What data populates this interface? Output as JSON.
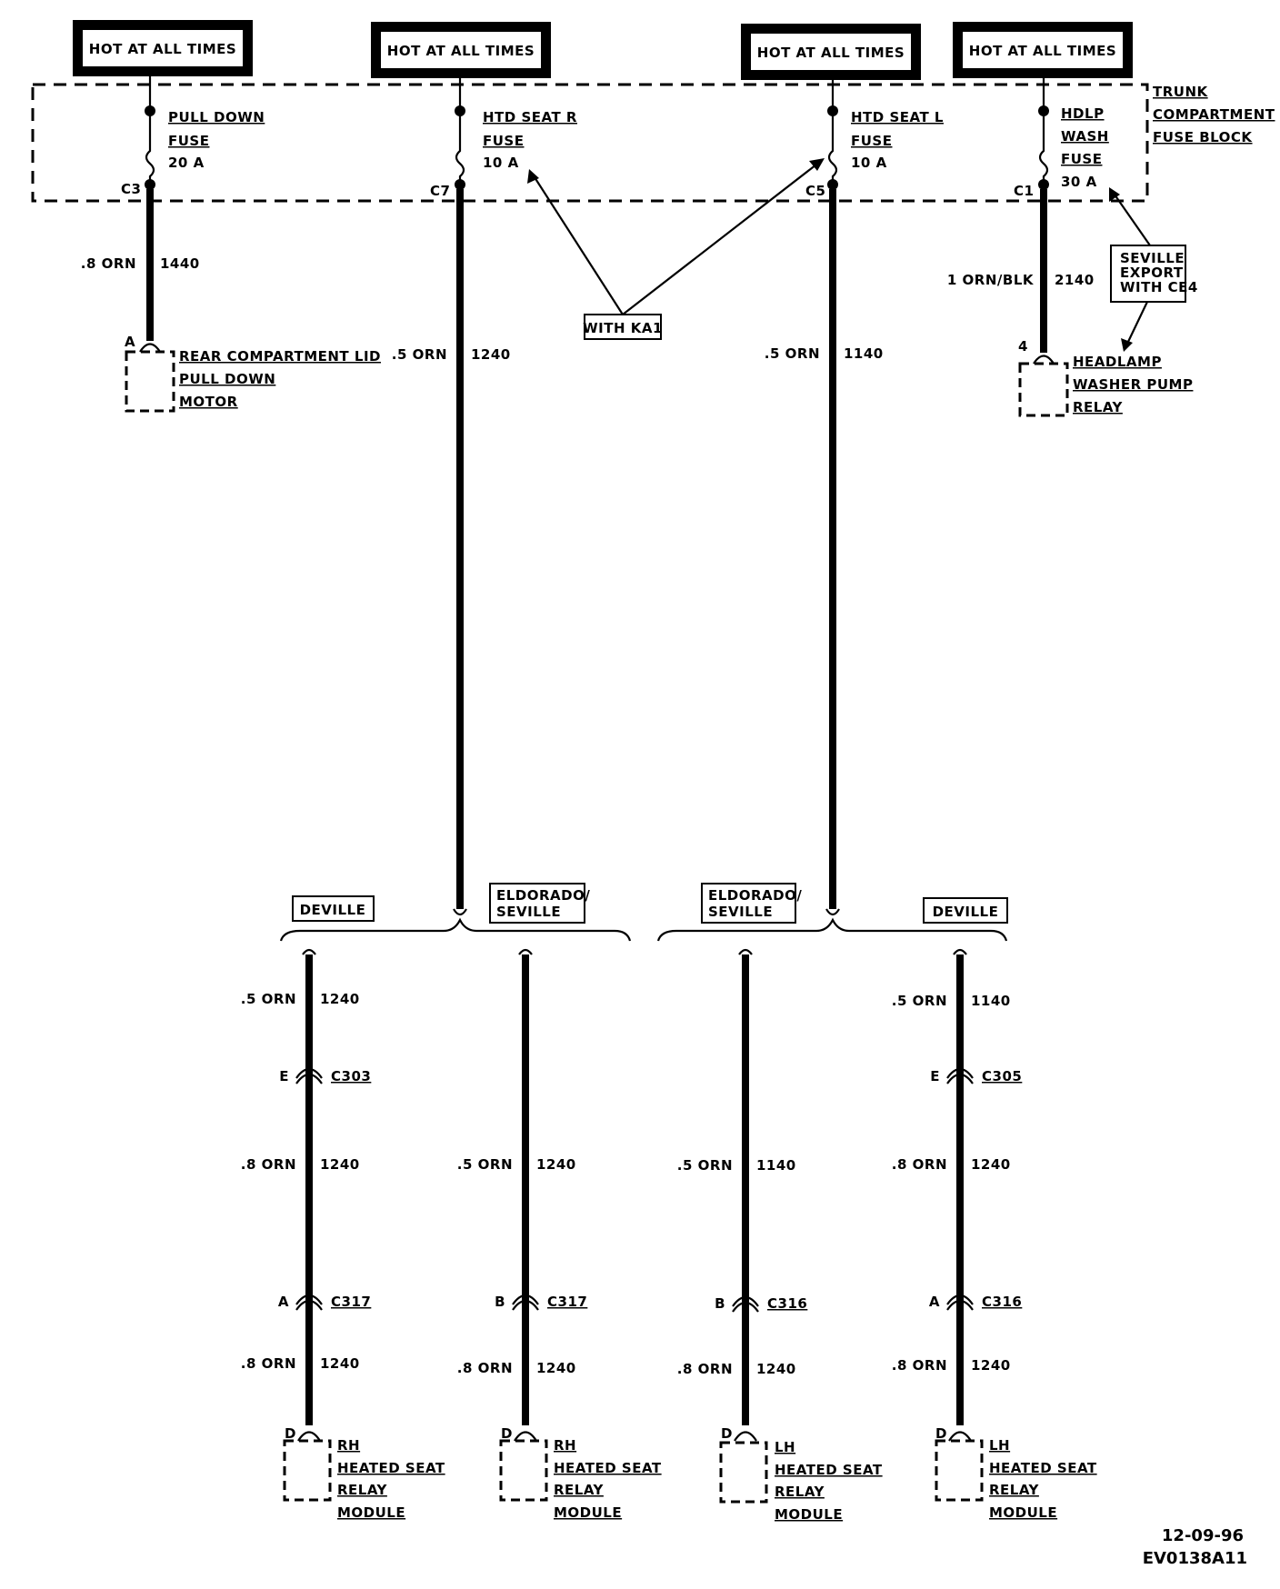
{
  "hot_label": "HOT AT ALL TIMES",
  "fuse_block": {
    "label_lines": [
      "TRUNK",
      "COMPARTMENT",
      "FUSE BLOCK"
    ]
  },
  "fuses": [
    {
      "name_lines": [
        "PULL DOWN",
        "FUSE",
        "20 A"
      ],
      "pin": "C3",
      "wire_gauge_color": ".8 ORN",
      "circuit": "1440"
    },
    {
      "name_lines": [
        "HTD SEAT R",
        "FUSE",
        "10 A"
      ],
      "pin": "C7",
      "wire_gauge_color": ".5 ORN",
      "circuit": "1240"
    },
    {
      "name_lines": [
        "HTD SEAT L",
        "FUSE",
        "10 A"
      ],
      "pin": "C5",
      "wire_gauge_color": ".5 ORN",
      "circuit": "1140"
    },
    {
      "name_lines": [
        "HDLP",
        "WASH",
        "FUSE",
        "30 A"
      ],
      "pin": "C1",
      "wire_gauge_color": "1 ORN/BLK",
      "circuit": "2140"
    }
  ],
  "callouts": {
    "with_ka1": "WITH KA1",
    "seville_export_lines": [
      "SEVILLE",
      "EXPORT",
      "WITH CE4"
    ]
  },
  "top_components": [
    {
      "pin": "A",
      "name_lines": [
        "REAR COMPARTMENT LID",
        "PULL DOWN",
        "MOTOR"
      ]
    },
    {
      "pin": "4",
      "name_lines": [
        "HEADLAMP",
        "WASHER PUMP",
        "RELAY"
      ]
    }
  ],
  "variants": {
    "deville": "DEVILLE",
    "eldorado_seville_lines": [
      "ELDORADO/",
      "SEVILLE"
    ]
  },
  "branches": [
    {
      "segments": [
        {
          "gauge": ".5 ORN",
          "circuit": "1240"
        },
        {
          "gauge": ".8 ORN",
          "circuit": "1240"
        },
        {
          "gauge": ".8 ORN",
          "circuit": "1240"
        }
      ],
      "connectors": [
        {
          "pin": "E",
          "name": "C303"
        },
        {
          "pin": "A",
          "name": "C317"
        }
      ],
      "end_pin": "D",
      "module_lines": [
        "RH",
        "HEATED SEAT",
        "RELAY",
        "MODULE"
      ]
    },
    {
      "segments": [
        {
          "gauge": ".5 ORN",
          "circuit": "1240"
        },
        {
          "gauge": ".8 ORN",
          "circuit": "1240"
        }
      ],
      "connectors": [
        {
          "pin": "B",
          "name": "C317"
        }
      ],
      "end_pin": "D",
      "module_lines": [
        "RH",
        "HEATED SEAT",
        "RELAY",
        "MODULE"
      ]
    },
    {
      "segments": [
        {
          "gauge": ".5 ORN",
          "circuit": "1140"
        },
        {
          "gauge": ".8 ORN",
          "circuit": "1240"
        }
      ],
      "connectors": [
        {
          "pin": "B",
          "name": "C316"
        }
      ],
      "end_pin": "D",
      "module_lines": [
        "LH",
        "HEATED SEAT",
        "RELAY",
        "MODULE"
      ]
    },
    {
      "segments": [
        {
          "gauge": ".5 ORN",
          "circuit": "1140"
        },
        {
          "gauge": ".8 ORN",
          "circuit": "1240"
        },
        {
          "gauge": ".8 ORN",
          "circuit": "1240"
        }
      ],
      "connectors": [
        {
          "pin": "E",
          "name": "C305"
        },
        {
          "pin": "A",
          "name": "C316"
        }
      ],
      "end_pin": "D",
      "module_lines": [
        "LH",
        "HEATED SEAT",
        "RELAY",
        "MODULE"
      ]
    }
  ],
  "footer": {
    "date": "12-09-96",
    "code": "EV0138A11"
  }
}
